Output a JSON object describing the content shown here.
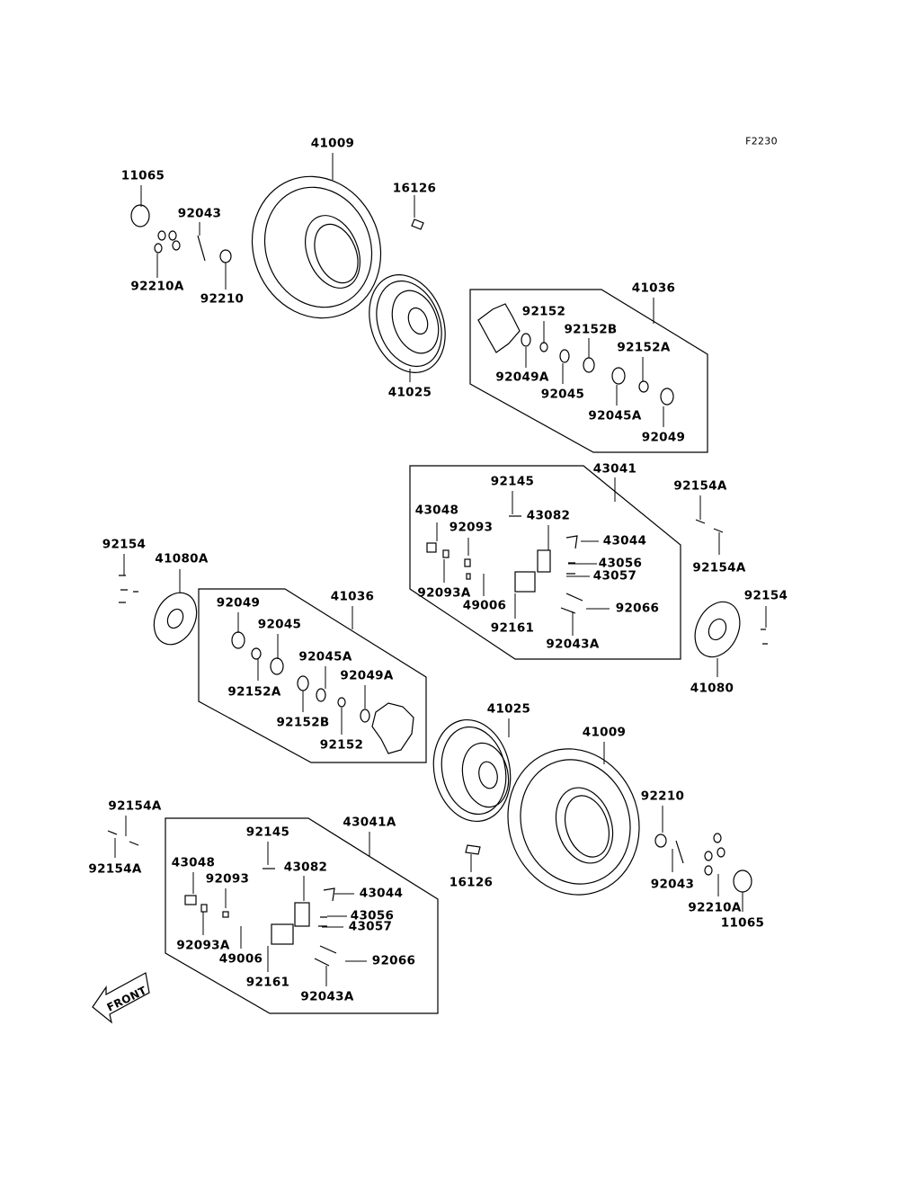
{
  "figure_code": "F2230",
  "front_label": "FRONT",
  "labels": {
    "p41009_a": "41009",
    "p16126_a": "16126",
    "p11065_a": "11065",
    "p92043_a": "92043",
    "p92210A_a": "92210A",
    "p92210_a": "92210",
    "p41025_a": "41025",
    "p41036_a": "41036",
    "p92152_a": "92152",
    "p92152B_a": "92152B",
    "p92152A_a": "92152A",
    "p92049A_a": "92049A",
    "p92045_a": "92045",
    "p92045A_a": "92045A",
    "p92049_a": "92049",
    "p43041": "43041",
    "p92145_a": "92145",
    "p43048_a": "43048",
    "p43082_a": "43082",
    "p92093_a": "92093",
    "p43044_a": "43044",
    "p43056_a": "43056",
    "p43057_a": "43057",
    "p92093A_a": "92093A",
    "p49006_a": "49006",
    "p92066_a": "92066",
    "p92161_a": "92161",
    "p92043A_a": "92043A",
    "p92154A_a1": "92154A",
    "p92154A_a2": "92154A",
    "p92154_a": "92154",
    "p41080A": "41080A",
    "p92154_b": "92154",
    "p41080": "41080",
    "p41036_b": "41036",
    "p92049_b": "92049",
    "p92045_b": "92045",
    "p92045A_b": "92045A",
    "p92152A_b": "92152A",
    "p92049A_b": "92049A",
    "p92152B_b": "92152B",
    "p92152_b": "92152",
    "p41025_b": "41025",
    "p41009_b": "41009",
    "p92210_b": "92210",
    "p92043_b": "92043",
    "p92210A_b": "92210A",
    "p11065_b": "11065",
    "p16126_b": "16126",
    "p92154A_b1": "92154A",
    "p92154A_b2": "92154A",
    "p43041A": "43041A",
    "p92145_b": "92145",
    "p43048_b": "43048",
    "p92093_b": "92093",
    "p43082_b": "43082",
    "p43044_b": "43044",
    "p43056_b": "43056",
    "p43057_b": "43057",
    "p92093A_b": "92093A",
    "p49006_b": "49006",
    "p92066_b": "92066",
    "p92161_b": "92161",
    "p92043A_b": "92043A"
  }
}
